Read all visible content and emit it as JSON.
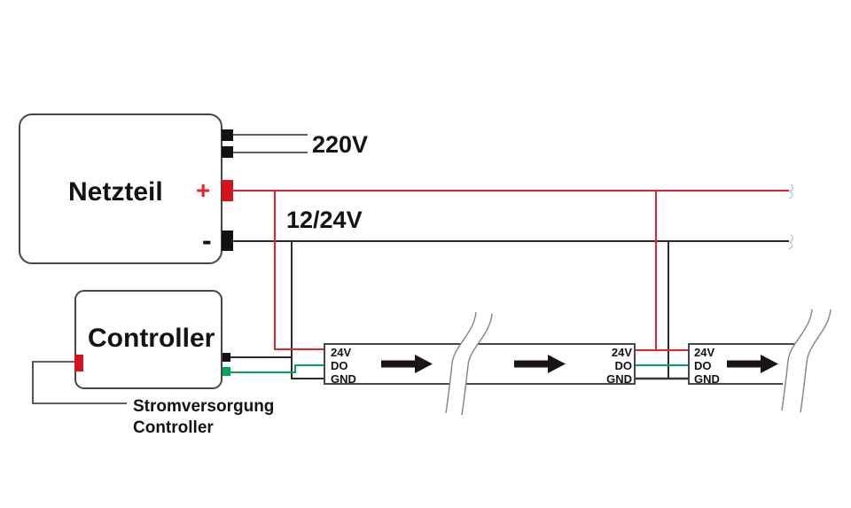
{
  "labels": {
    "power_supply": "Netzteil",
    "plus": "+",
    "minus": "-",
    "mains_voltage": "220V",
    "output_voltage": "12/24V",
    "controller": "Controller",
    "note_line1": "Stromversorgung",
    "note_line2": "Controller"
  },
  "strip_pins": [
    "24V",
    "DO",
    "GND"
  ],
  "colors": {
    "positive_wire": "#e8212b",
    "data_wire": "#00a65a",
    "ground_wire": "#2e2a2b",
    "outline": "#4a4546"
  }
}
